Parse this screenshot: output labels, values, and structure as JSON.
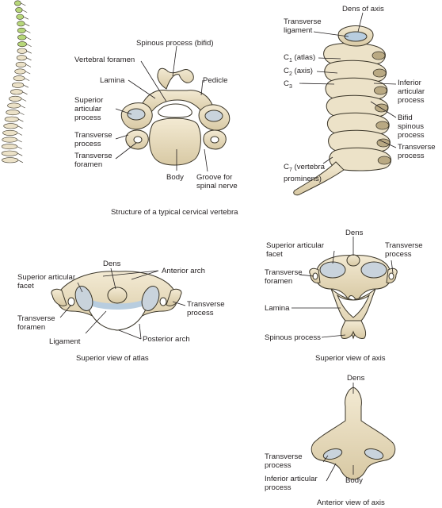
{
  "panels": {
    "typical": {
      "caption": "Structure of a typical cervical vertebra",
      "labels": {
        "spinous": "Spinous process (bifid)",
        "vert_foramen": "Vertebral foramen",
        "lamina": "Lamina",
        "pedicle": "Pedicle",
        "sup_art": "Superior articular process",
        "trans_proc": "Transverse process",
        "trans_foramen": "Transverse foramen",
        "body": "Body",
        "groove": "Groove for spinal nerve"
      }
    },
    "column": {
      "labels": {
        "dens": "Dens of axis",
        "trans_lig": "Transverse ligament",
        "c1_sub": "1",
        "c1_rest": " (atlas)",
        "c2_sub": "2",
        "c2_rest": " (axis)",
        "c3_sub": "3",
        "c7_sub": "7",
        "c7_rest": " (vertebra prominens)",
        "c_letter": "C",
        "inf_art": "Inferior articular process",
        "bifid": "Bifid spinous process",
        "trans_proc": "Transverse process"
      }
    },
    "atlas": {
      "caption": "Superior view of atlas",
      "labels": {
        "dens": "Dens",
        "ant_arch": "Anterior arch",
        "sup_facet": "Superior articular facet",
        "trans_foramen": "Transverse foramen",
        "ligament": "Ligament",
        "post_arch": "Posterior arch",
        "trans_proc": "Transverse process"
      }
    },
    "axis_sup": {
      "caption": "Superior view of axis",
      "labels": {
        "dens": "Dens",
        "sup_facet": "Superior articular facet",
        "trans_proc": "Transverse process",
        "trans_foramen": "Transverse foramen",
        "lamina": "Lamina",
        "spinous": "Spinous process"
      }
    },
    "axis_ant": {
      "caption": "Anterior view of axis",
      "labels": {
        "dens": "Dens",
        "trans_proc": "Transverse process",
        "inf_art": "Inferior articular process",
        "body": "Body"
      }
    }
  },
  "colors": {
    "bone": "#ece2c8",
    "bone_dark": "#b9a983",
    "outline": "#3a3528",
    "cartilage": "#c9d3dc",
    "cervical_highlight": "#b7d77a",
    "ligament": "#b8cddf"
  }
}
